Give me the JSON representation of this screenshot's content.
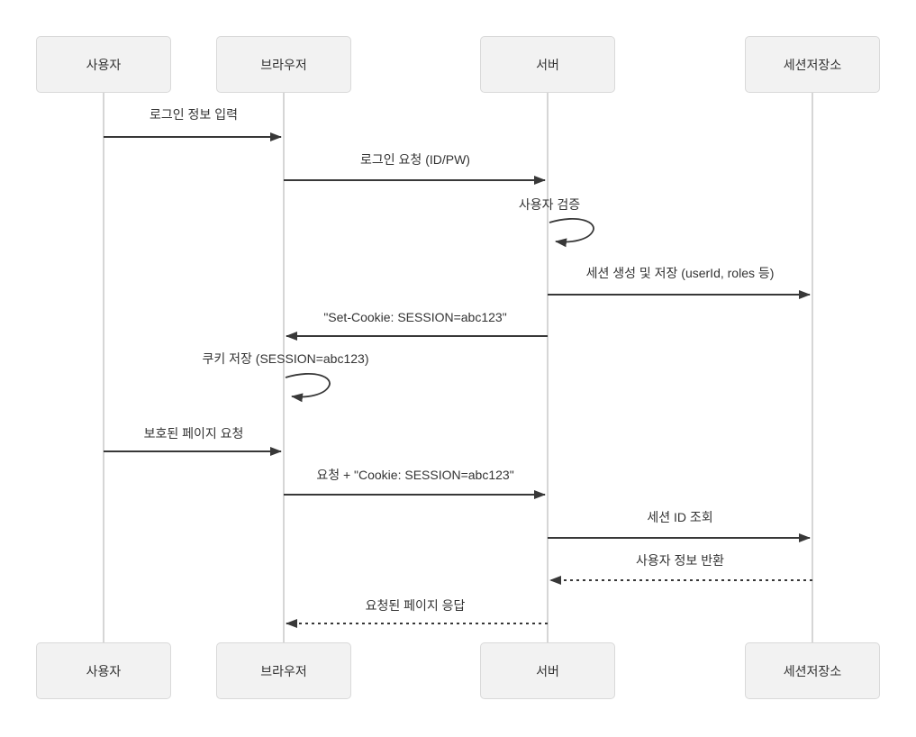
{
  "diagram": {
    "type": "sequence-diagram",
    "participants": [
      {
        "id": "user",
        "label": "사용자"
      },
      {
        "id": "browser",
        "label": "브라우저"
      },
      {
        "id": "server",
        "label": "서버"
      },
      {
        "id": "session-store",
        "label": "세션저장소"
      }
    ],
    "messages": [
      {
        "from": "사용자",
        "to": "브라우저",
        "label": "로그인 정보 입력",
        "line": "solid"
      },
      {
        "from": "브라우저",
        "to": "서버",
        "label": "로그인 요청 (ID/PW)",
        "line": "solid"
      },
      {
        "from": "서버",
        "to": "서버",
        "label": "사용자 검증",
        "line": "self-loop"
      },
      {
        "from": "서버",
        "to": "세션저장소",
        "label": "세션 생성 및 저장 (userId, roles 등)",
        "line": "solid"
      },
      {
        "from": "서버",
        "to": "브라우저",
        "label": "\"Set-Cookie: SESSION=abc123\"",
        "line": "solid"
      },
      {
        "from": "브라우저",
        "to": "브라우저",
        "label": "쿠키 저장 (SESSION=abc123)",
        "line": "self-loop"
      },
      {
        "from": "사용자",
        "to": "브라우저",
        "label": "보호된 페이지 요청",
        "line": "solid"
      },
      {
        "from": "브라우저",
        "to": "서버",
        "label": "요청 + \"Cookie: SESSION=abc123\"",
        "line": "solid"
      },
      {
        "from": "서버",
        "to": "세션저장소",
        "label": "세션 ID 조회",
        "line": "solid"
      },
      {
        "from": "세션저장소",
        "to": "서버",
        "label": "사용자 정보 반환",
        "line": "dashed"
      },
      {
        "from": "서버",
        "to": "브라우저",
        "label": "요청된 페이지 응답",
        "line": "dashed"
      }
    ],
    "colors": {
      "background": "#ffffff",
      "participant_fill": "#f2f2f2",
      "participant_border": "#d9d9d9",
      "lifeline": "#c9c9c9",
      "arrow": "#383838",
      "text": "#333333"
    }
  }
}
